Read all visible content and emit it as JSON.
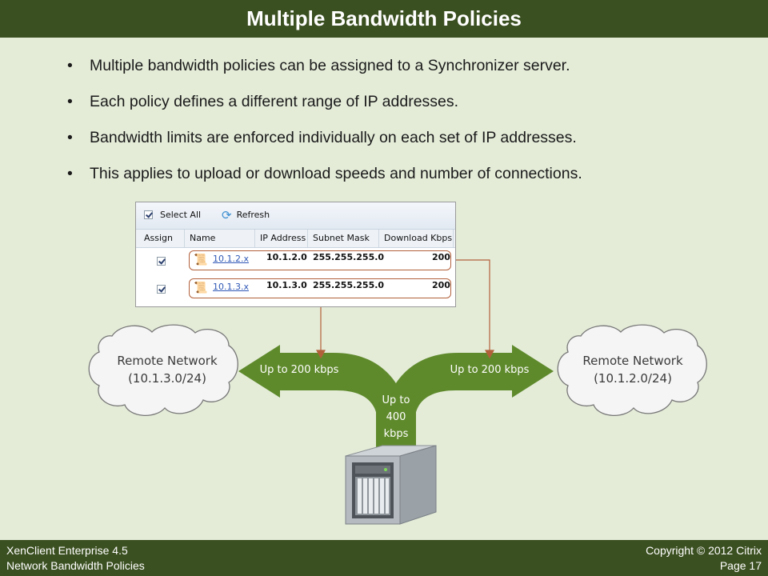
{
  "slide": {
    "title": "Multiple Bandwidth Policies",
    "bullets": [
      "Multiple bandwidth policies can be assigned to a Synchronizer server.",
      "Each policy defines a different range of IP addresses.",
      "Bandwidth limits are enforced individually on each set of IP addresses.",
      "This applies to upload or download speeds and number of connections."
    ]
  },
  "grid": {
    "toolbar": {
      "select_all": "Select All",
      "refresh": "Refresh"
    },
    "columns": [
      "Assign",
      "Name",
      "IP Address",
      "Subnet Mask",
      "Download Kbps"
    ],
    "rows": [
      {
        "assigned": true,
        "name": "10.1.2.x",
        "ip": "10.1.2.0",
        "mask": "255.255.255.0",
        "download": "200"
      },
      {
        "assigned": true,
        "name": "10.1.3.x",
        "ip": "10.1.3.0",
        "mask": "255.255.255.0",
        "download": "200"
      }
    ]
  },
  "diagram": {
    "left_cloud": {
      "line1": "Remote Network",
      "line2": "(10.1.3.0/24)"
    },
    "right_cloud": {
      "line1": "Remote Network",
      "line2": "(10.1.2.0/24)"
    },
    "left_arrow_label": "Up to 200 kbps",
    "right_arrow_label": "Up to 200 kbps",
    "trunk_label": {
      "line1": "Up to",
      "line2": "400",
      "line3": "kbps"
    },
    "colors": {
      "arrow": "#5f8a2c",
      "link_line": "#b2603a"
    }
  },
  "footer": {
    "product": "XenClient Enterprise 4.5",
    "section": "Network Bandwidth Policies",
    "copyright": "Copyright © 2012 Citrix",
    "page": "Page 17"
  }
}
